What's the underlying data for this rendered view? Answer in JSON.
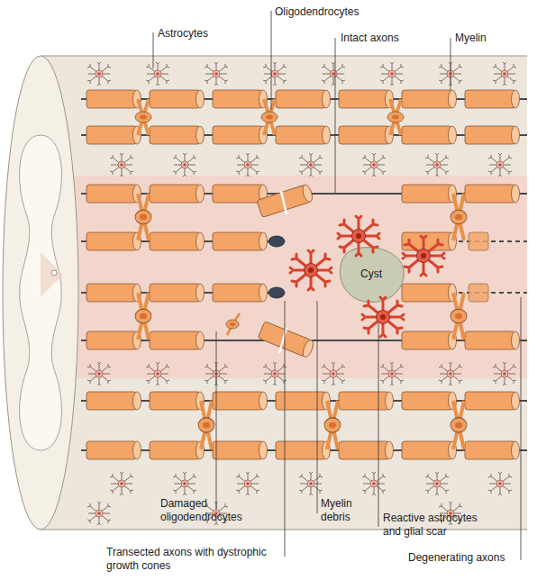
{
  "diagram": {
    "nodes": [
      {
        "text": [
          "Cyst"
        ]
      }
    ],
    "labels": [
      "Astrocytes",
      "Oligodendrocytes",
      "Intact axons",
      "Myelin",
      "Damaged oligodendrocytes",
      "Myelin debris",
      "Reactive astrocytes and glial scar",
      "Transected axons with dystrophic growth cones",
      "Degenerating axons"
    ]
  }
}
